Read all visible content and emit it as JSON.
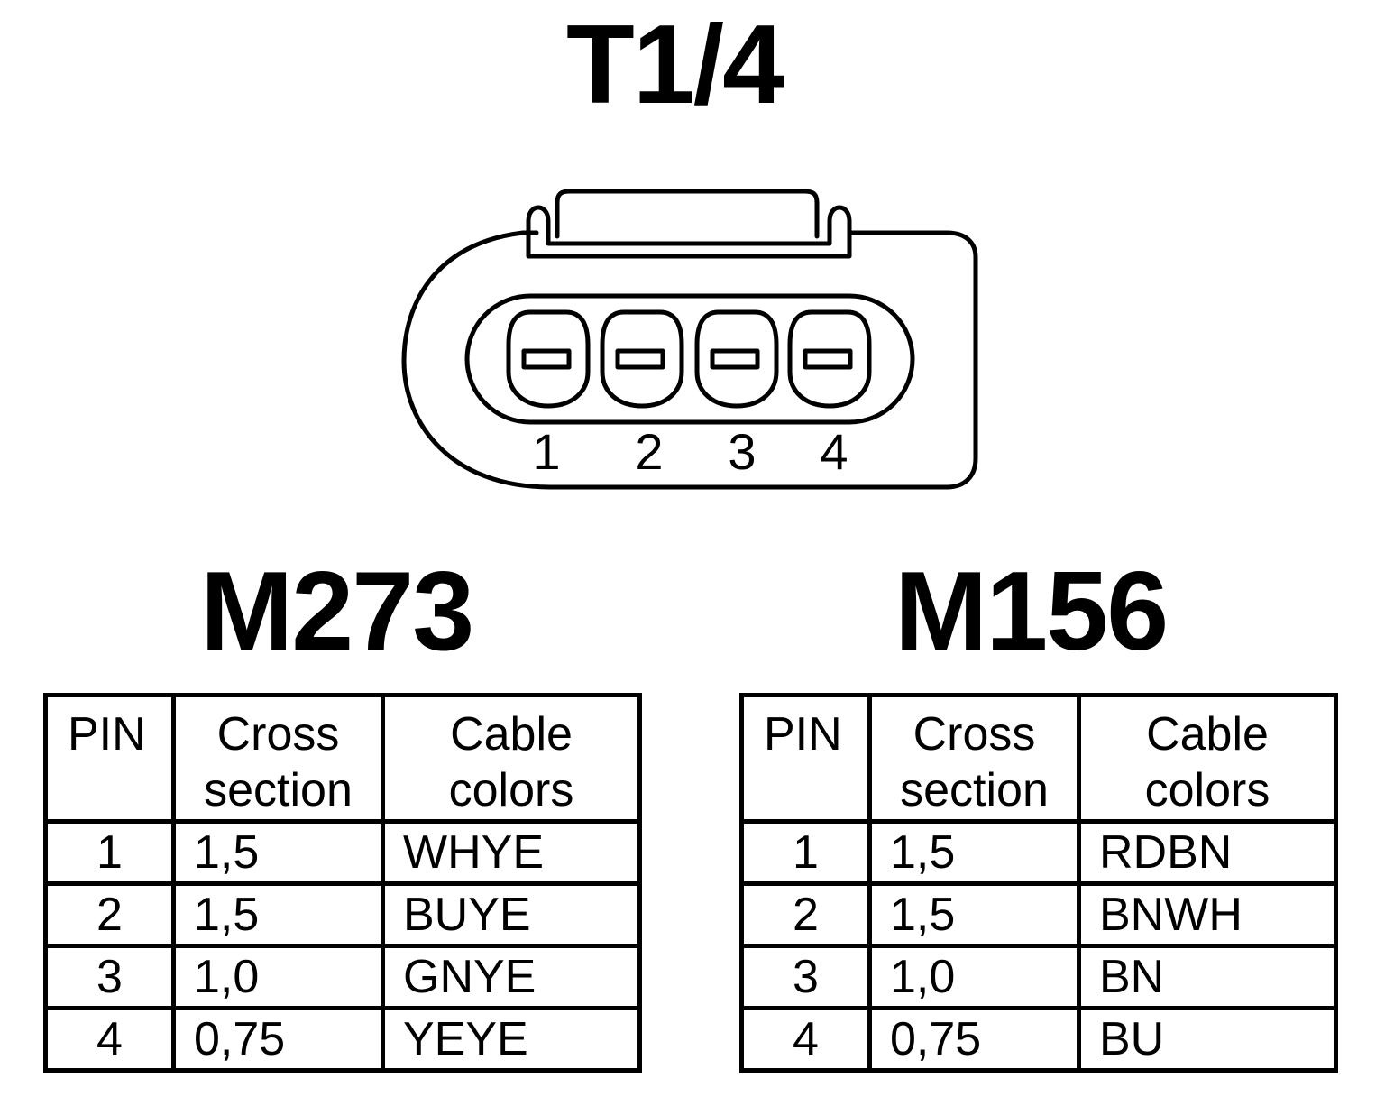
{
  "connector": {
    "title": "T1/4",
    "pins": [
      "1",
      "2",
      "3",
      "4"
    ]
  },
  "models": [
    {
      "title": "M273",
      "headers": {
        "pin": "PIN",
        "cross_line1": "Cross",
        "cross_line2": "section",
        "color_line1": "Cable",
        "color_line2": "colors"
      },
      "rows": [
        {
          "pin": "1",
          "cross": "1,5",
          "color": "WHYE"
        },
        {
          "pin": "2",
          "cross": "1,5",
          "color": "BUYE"
        },
        {
          "pin": "3",
          "cross": "1,0",
          "color": "GNYE"
        },
        {
          "pin": "4",
          "cross": "0,75",
          "color": "YEYE"
        }
      ]
    },
    {
      "title": "M156",
      "headers": {
        "pin": "PIN",
        "cross_line1": "Cross",
        "cross_line2": "section",
        "color_line1": "Cable",
        "color_line2": "colors"
      },
      "rows": [
        {
          "pin": "1",
          "cross": "1,5",
          "color": "RDBN"
        },
        {
          "pin": "2",
          "cross": "1,5",
          "color": "BNWH"
        },
        {
          "pin": "3",
          "cross": "1,0",
          "color": "BN"
        },
        {
          "pin": "4",
          "cross": "0,75",
          "color": "BU"
        }
      ]
    }
  ],
  "colors": {
    "line": "#000000",
    "background": "#ffffff"
  }
}
